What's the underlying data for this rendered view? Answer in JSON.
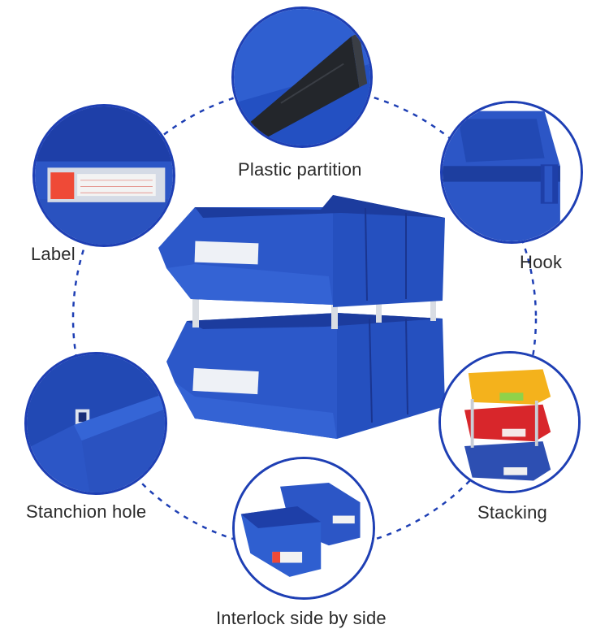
{
  "colors": {
    "ring_blue": "#1e3fb4",
    "bin_blue": "#2c58c9",
    "bin_blue_dark": "#1c3c9e",
    "bin_red": "#d8262b",
    "bin_yellow": "#f4b21c",
    "label_white": "#f2f2f2",
    "text": "#2a2a2a"
  },
  "features": [
    {
      "key": "partition",
      "label": "Plastic partition"
    },
    {
      "key": "label",
      "label": "Label"
    },
    {
      "key": "hook",
      "label": "Hook"
    },
    {
      "key": "stanchion",
      "label": "Stanchion hole"
    },
    {
      "key": "stacking",
      "label": "Stacking"
    },
    {
      "key": "interlock",
      "label": "Interlock side by side"
    }
  ]
}
